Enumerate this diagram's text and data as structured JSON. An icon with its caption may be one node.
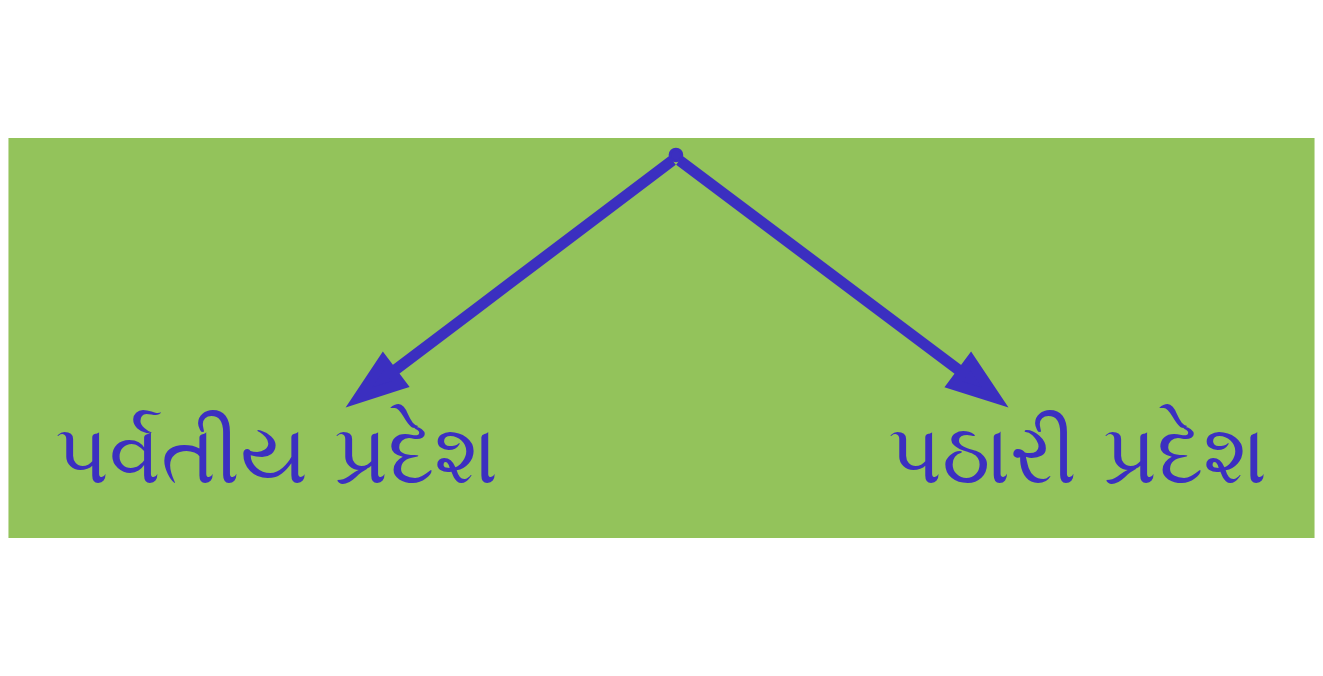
{
  "diagram": {
    "nodes": [
      {
        "text": [],
        "shape": "point"
      },
      {
        "text": [
          "પર્વતીય પ્રદેશ"
        ]
      },
      {
        "text": [
          "પઠારી પ્રદેશ"
        ]
      }
    ],
    "edges": [
      {
        "from": 0,
        "to": 1,
        "arrow": "to"
      },
      {
        "from": 0,
        "to": 2,
        "arrow": "to"
      }
    ]
  }
}
